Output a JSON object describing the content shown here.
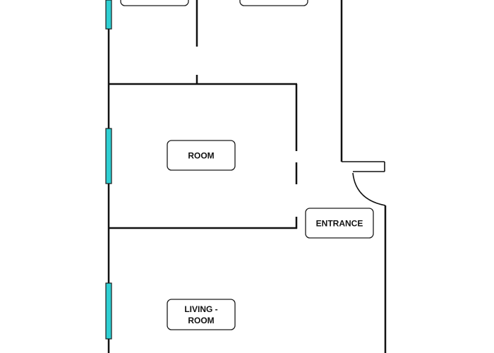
{
  "colors": {
    "background": "#ffffff",
    "wall": "#111111",
    "window": "#2ecfd3",
    "label_border": "#1a1a1a"
  },
  "labels": {
    "top_left": "",
    "top_right": "",
    "room": "ROOM",
    "entrance": "ENTRANCE",
    "living_room_line1": "LIVING -",
    "living_room_line2": "ROOM"
  },
  "elements": {
    "windows": [
      "window",
      "window",
      "window"
    ],
    "door": "door-swing-icon"
  }
}
